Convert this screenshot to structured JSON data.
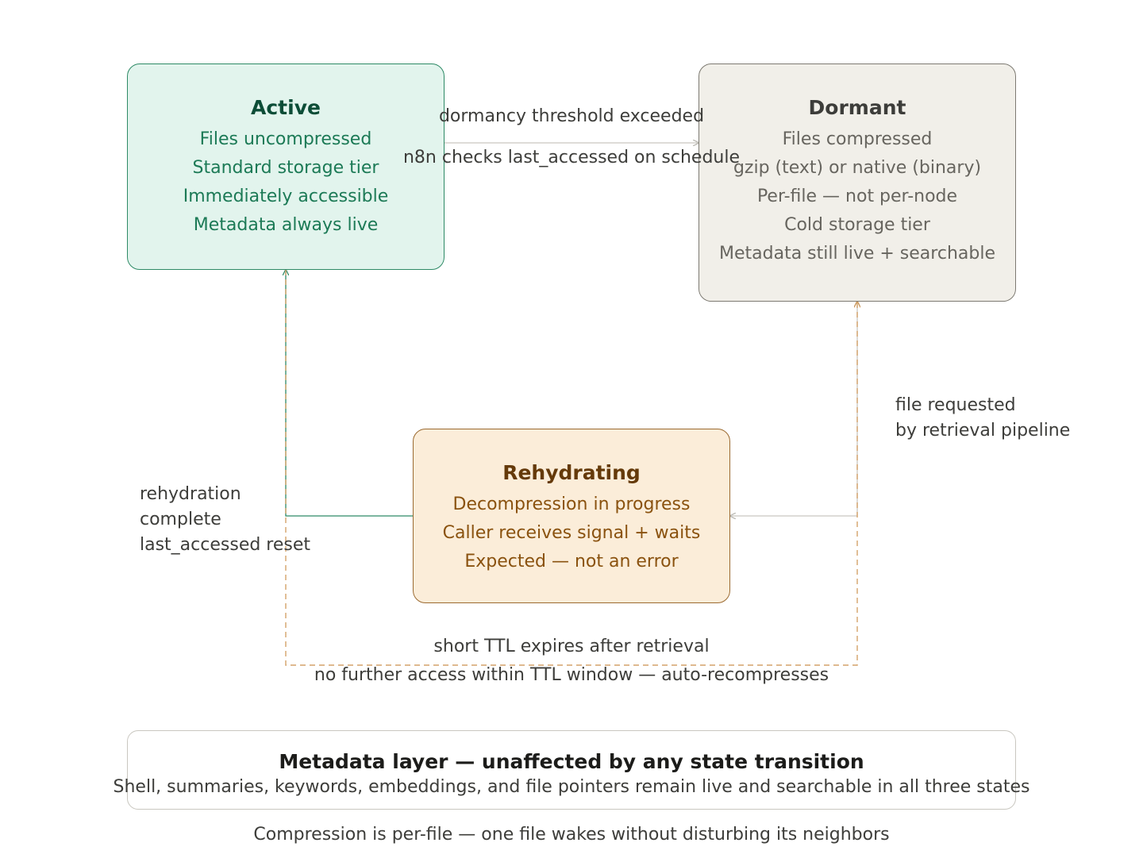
{
  "states": {
    "active": {
      "title": "Active",
      "lines": [
        "Files uncompressed",
        "Standard storage tier",
        "Immediately accessible",
        "Metadata always live"
      ]
    },
    "dormant": {
      "title": "Dormant",
      "lines": [
        "Files compressed",
        "gzip (text) or native (binary)",
        "Per-file — not per-node",
        "Cold storage tier",
        "Metadata still live + searchable"
      ]
    },
    "rehydrating": {
      "title": "Rehydrating",
      "lines": [
        "Decompression in progress",
        "Caller receives signal + waits",
        "Expected — not an error"
      ]
    }
  },
  "transitions": {
    "active_to_dormant": {
      "label": "dormancy threshold exceeded",
      "sublabel": "n8n checks last_accessed on schedule"
    },
    "dormant_to_rehydrating": {
      "lines": [
        "file requested",
        "by retrieval pipeline"
      ]
    },
    "rehydrating_to_active": {
      "lines": [
        "rehydration",
        "complete",
        "last_accessed reset"
      ]
    },
    "active_to_dormant_ttl": {
      "label": "short TTL expires after retrieval",
      "sublabel": "no further access within TTL window — auto-recompresses"
    }
  },
  "metadata_layer": {
    "title": "Metadata layer — unaffected by any state transition",
    "description": "Shell, summaries, keywords, embeddings, and file pointers remain live and searchable in all three states"
  },
  "footer_note": "Compression is per-file — one file wakes without disturbing its neighbors",
  "colors": {
    "active_stroke": "#2e8a66",
    "dormant_stroke": "#7d7a72",
    "rehydrating_stroke": "#9b6a30",
    "ttl_dash": "#d4a26a",
    "neutral_line": "#c9c7c0"
  }
}
